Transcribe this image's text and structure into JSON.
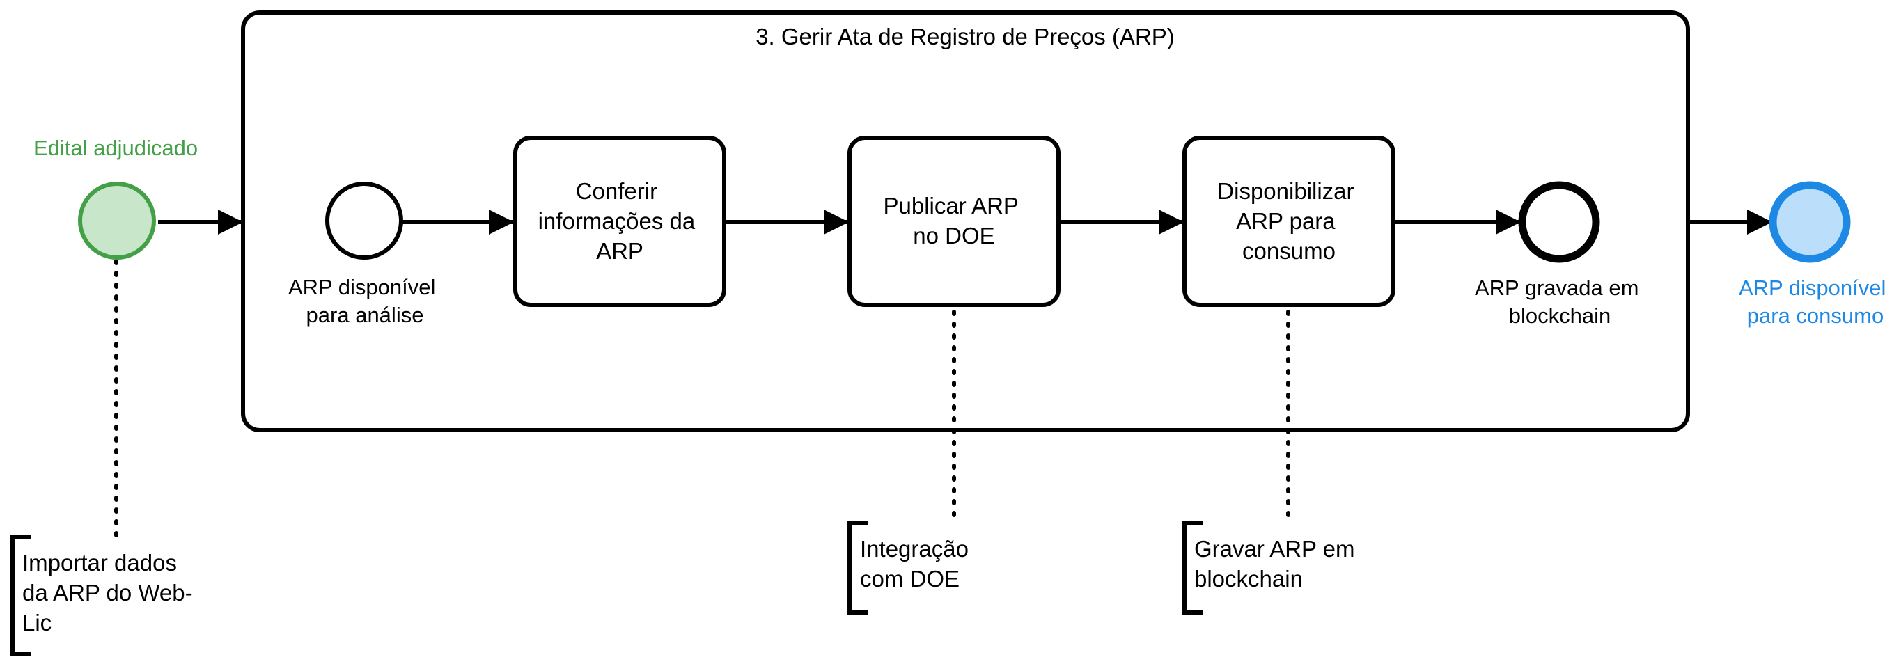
{
  "subprocess": {
    "title": "3. Gerir Ata de Registro de Preços (ARP)"
  },
  "events": {
    "outer_start": {
      "label": "Edital adjudicado"
    },
    "inner_start": {
      "label_lines": [
        "ARP disponível",
        "para análise"
      ]
    },
    "inner_end": {
      "label_lines": [
        "ARP gravada em",
        "blockchain"
      ]
    },
    "outer_end": {
      "label_lines": [
        "ARP disponível",
        "para consumo"
      ]
    }
  },
  "tasks": [
    {
      "label_lines": [
        "Conferir",
        "informações da",
        "ARP"
      ]
    },
    {
      "label_lines": [
        "Publicar ARP",
        "no DOE"
      ]
    },
    {
      "label_lines": [
        "Disponibilizar",
        "ARP para",
        "consumo"
      ]
    }
  ],
  "annotations": [
    {
      "label_lines": [
        "Importar dados",
        "da ARP do Web-",
        "Lic"
      ]
    },
    {
      "label_lines": [
        "Integração",
        "com DOE"
      ]
    },
    {
      "label_lines": [
        "Gravar ARP em",
        "blockchain"
      ]
    }
  ],
  "colors": {
    "stroke": "#000000",
    "start_stroke": "#43a047",
    "start_fill": "#c8e6c9",
    "start_text": "#43a047",
    "end_stroke": "#1e88e5",
    "end_fill": "#bbdefb",
    "end_text": "#1e88e5"
  }
}
